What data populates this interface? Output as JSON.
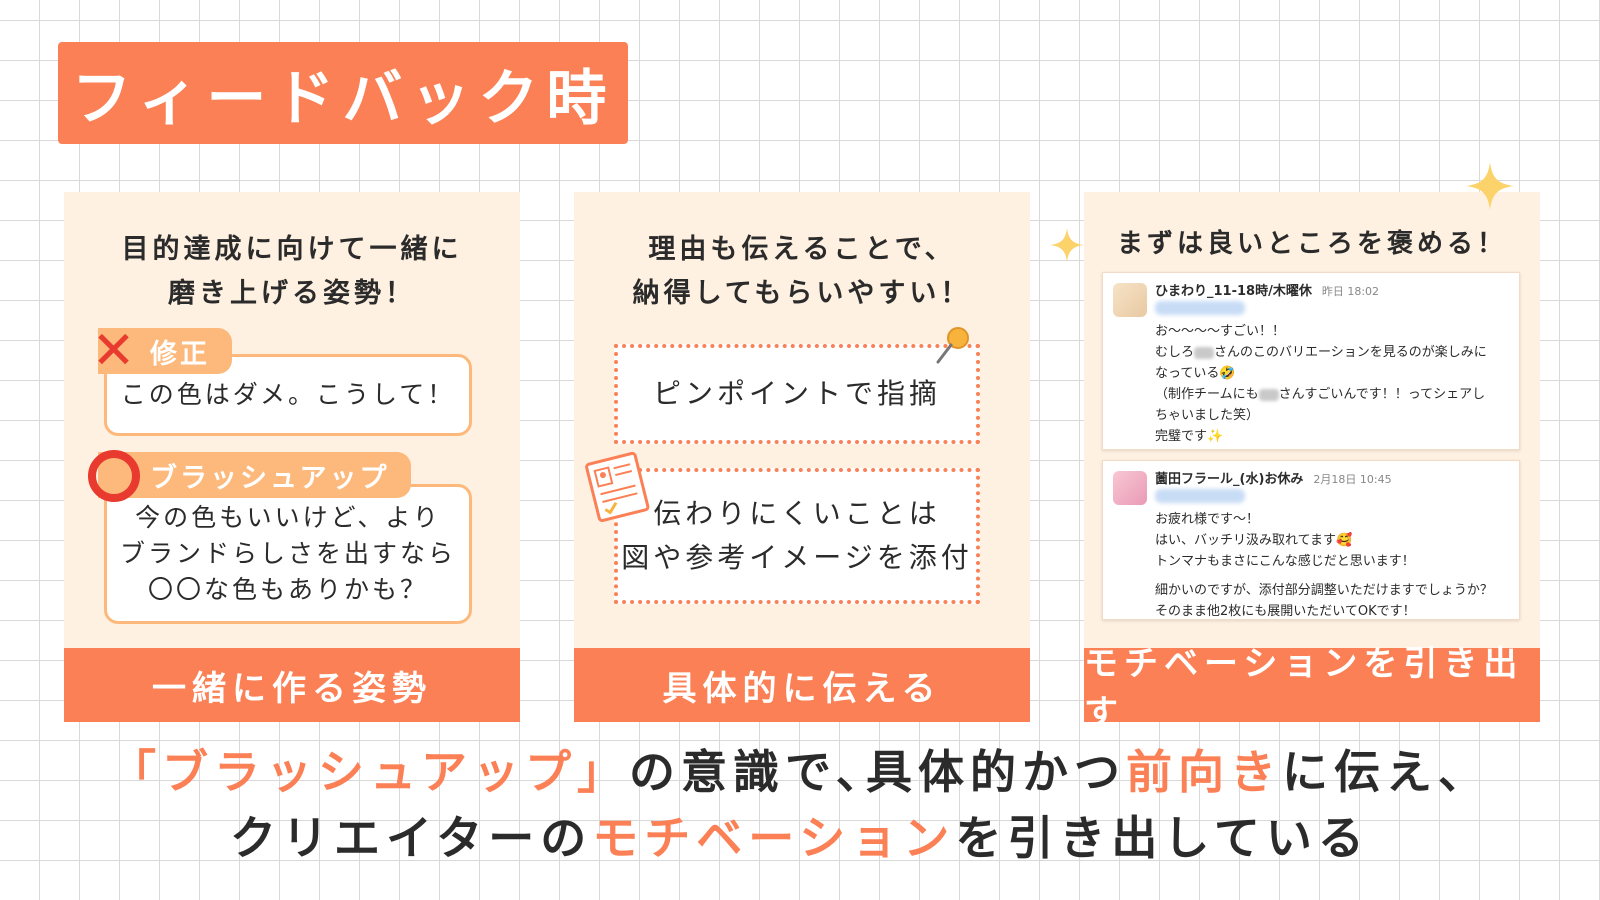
{
  "title": "フィードバック時",
  "colors": {
    "accent": "#fb8055",
    "card_bg": "#fff1e1",
    "tag": "#fdb97c",
    "mark": "#e83a2e"
  },
  "cards": [
    {
      "heading": [
        "目的達成に向けて一緒に",
        "磨き上げる姿勢！"
      ],
      "fix_tag": "修正",
      "fix_text": "この色はダメ。こうして！",
      "brush_tag": "ブラッシュアップ",
      "brush_text": [
        "今の色もいいけど、より",
        "ブランドらしさを出すなら",
        "〇〇な色もありかも？"
      ],
      "footer": "一緒に作る姿勢"
    },
    {
      "heading": [
        "理由も伝えることで、",
        "納得してもらいやすい！"
      ],
      "box_pin": "ピンポイントで指摘",
      "box_attach": [
        "伝わりにくいことは",
        "図や参考イメージを添付"
      ],
      "footer": "具体的に伝える"
    },
    {
      "heading": "まずは良いところを褒める！",
      "footer": "モチベーションを引き出す",
      "chat_1": {
        "name": "ひまわり_11-18時/木曜休",
        "time": "昨日 18:02",
        "lines": [
          "お～～～～すごい！！",
          "さんのこのバリエーションを見るのが楽しみに",
          "なっている🤣",
          "（制作チームにも",
          "さんすごいんです！！ってシェアし",
          "ちゃいました笑）",
          "完璧です✨"
        ],
        "prefix_2": "むしろ"
      },
      "chat_2": {
        "name": "薗田フラール_(水)お休み",
        "time": "2月18日 10:45",
        "lines": [
          "お疲れ様です～！",
          "はい、バッチリ汲み取れてます🥰",
          "トンマナもまさにこんな感じだと思います！",
          "細かいのですが、添付部分調整いただけますでしょうか？",
          "そのまま他2枚にも展開いただいてOKです！"
        ]
      }
    }
  ],
  "summary": {
    "line1_a": "「ブラッシュアップ」",
    "line1_b": "の意識で､具体的かつ",
    "line1_c": "前向き",
    "line1_d": "に伝え、",
    "line2_a": "クリエイターの",
    "line2_b": "モチベーション",
    "line2_c": "を引き出している"
  }
}
